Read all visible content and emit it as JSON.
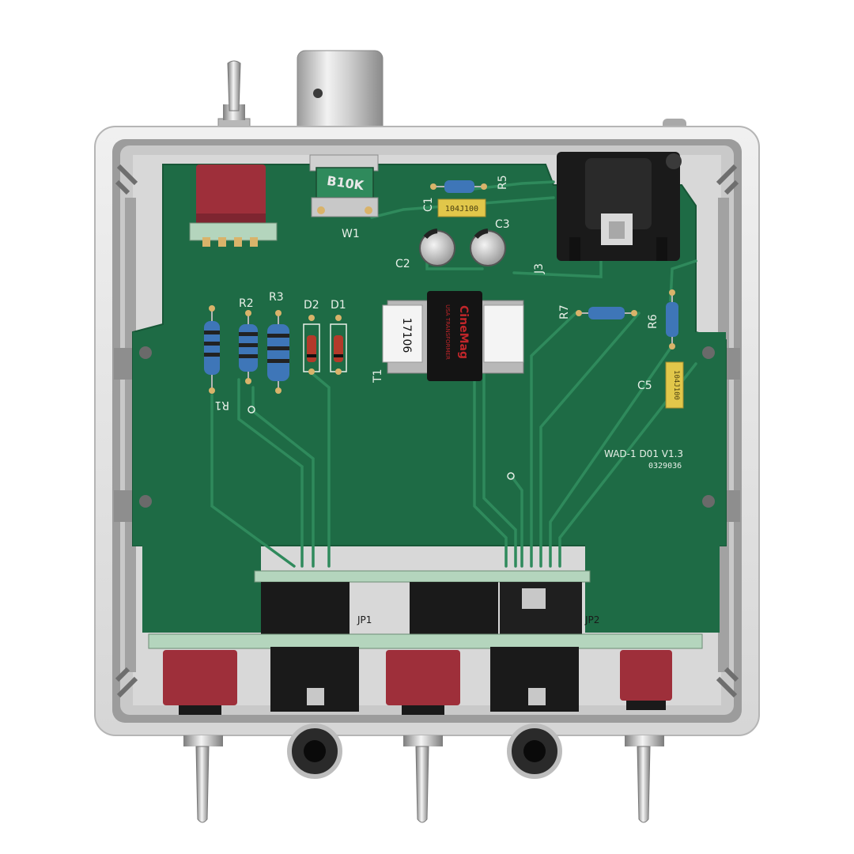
{
  "pcb": {
    "labels": {
      "W1": "W1",
      "R5": "R5",
      "C1": "C1",
      "C2": "C2",
      "C3": "C3",
      "J3": "J3",
      "R2": "R2",
      "R3": "R3",
      "D2": "D2",
      "D1": "D1",
      "R1": "R1",
      "T1": "T1",
      "R7": "R7",
      "R6": "R6",
      "C5": "C5",
      "JP1": "JP1",
      "JP2": "JP2"
    },
    "board_id": "WAD-1 D01 V1.3",
    "board_serial": "0329036"
  },
  "components": {
    "pot_value": "B10K",
    "cap_c1_value": "104J100",
    "cap_c5_value": "104J100",
    "transformer_number": "17106",
    "transformer_brand": "CineMag",
    "transformer_origin": "USA TRANSFORMER"
  },
  "colors": {
    "pcb": "#1e6b45",
    "trace": "#2f8a5c",
    "enclosure": "#e4e4e4",
    "toggle_red": "#9e2f3a",
    "jack_black": "#1a1a1a"
  }
}
